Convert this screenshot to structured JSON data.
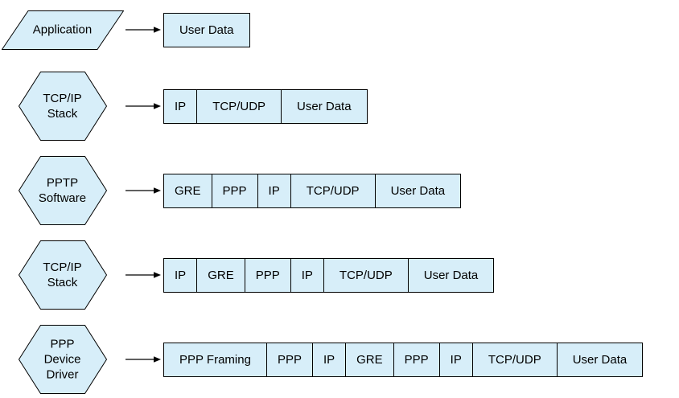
{
  "colors": {
    "shape_fill": "#D7EEF9",
    "shape_border": "#000000",
    "text": "#000000",
    "background": "#FFFFFF"
  },
  "rows": [
    {
      "stage": {
        "shape": "parallelogram",
        "label_lines": [
          "Application"
        ]
      },
      "packet_cells": [
        "User Data"
      ]
    },
    {
      "stage": {
        "shape": "hexagon",
        "label_lines": [
          "TCP/IP",
          "Stack"
        ]
      },
      "packet_cells": [
        "IP",
        "TCP/UDP",
        "User Data"
      ]
    },
    {
      "stage": {
        "shape": "hexagon",
        "label_lines": [
          "PPTP",
          "Software"
        ]
      },
      "packet_cells": [
        "GRE",
        "PPP",
        "IP",
        "TCP/UDP",
        "User Data"
      ]
    },
    {
      "stage": {
        "shape": "hexagon",
        "label_lines": [
          "TCP/IP",
          "Stack"
        ]
      },
      "packet_cells": [
        "IP",
        "GRE",
        "PPP",
        "IP",
        "TCP/UDP",
        "User Data"
      ]
    },
    {
      "stage": {
        "shape": "hexagon",
        "label_lines": [
          "PPP",
          "Device",
          "Driver"
        ]
      },
      "packet_cells": [
        "PPP Framing",
        "PPP",
        "IP",
        "GRE",
        "PPP",
        "IP",
        "TCP/UDP",
        "User Data"
      ]
    }
  ]
}
